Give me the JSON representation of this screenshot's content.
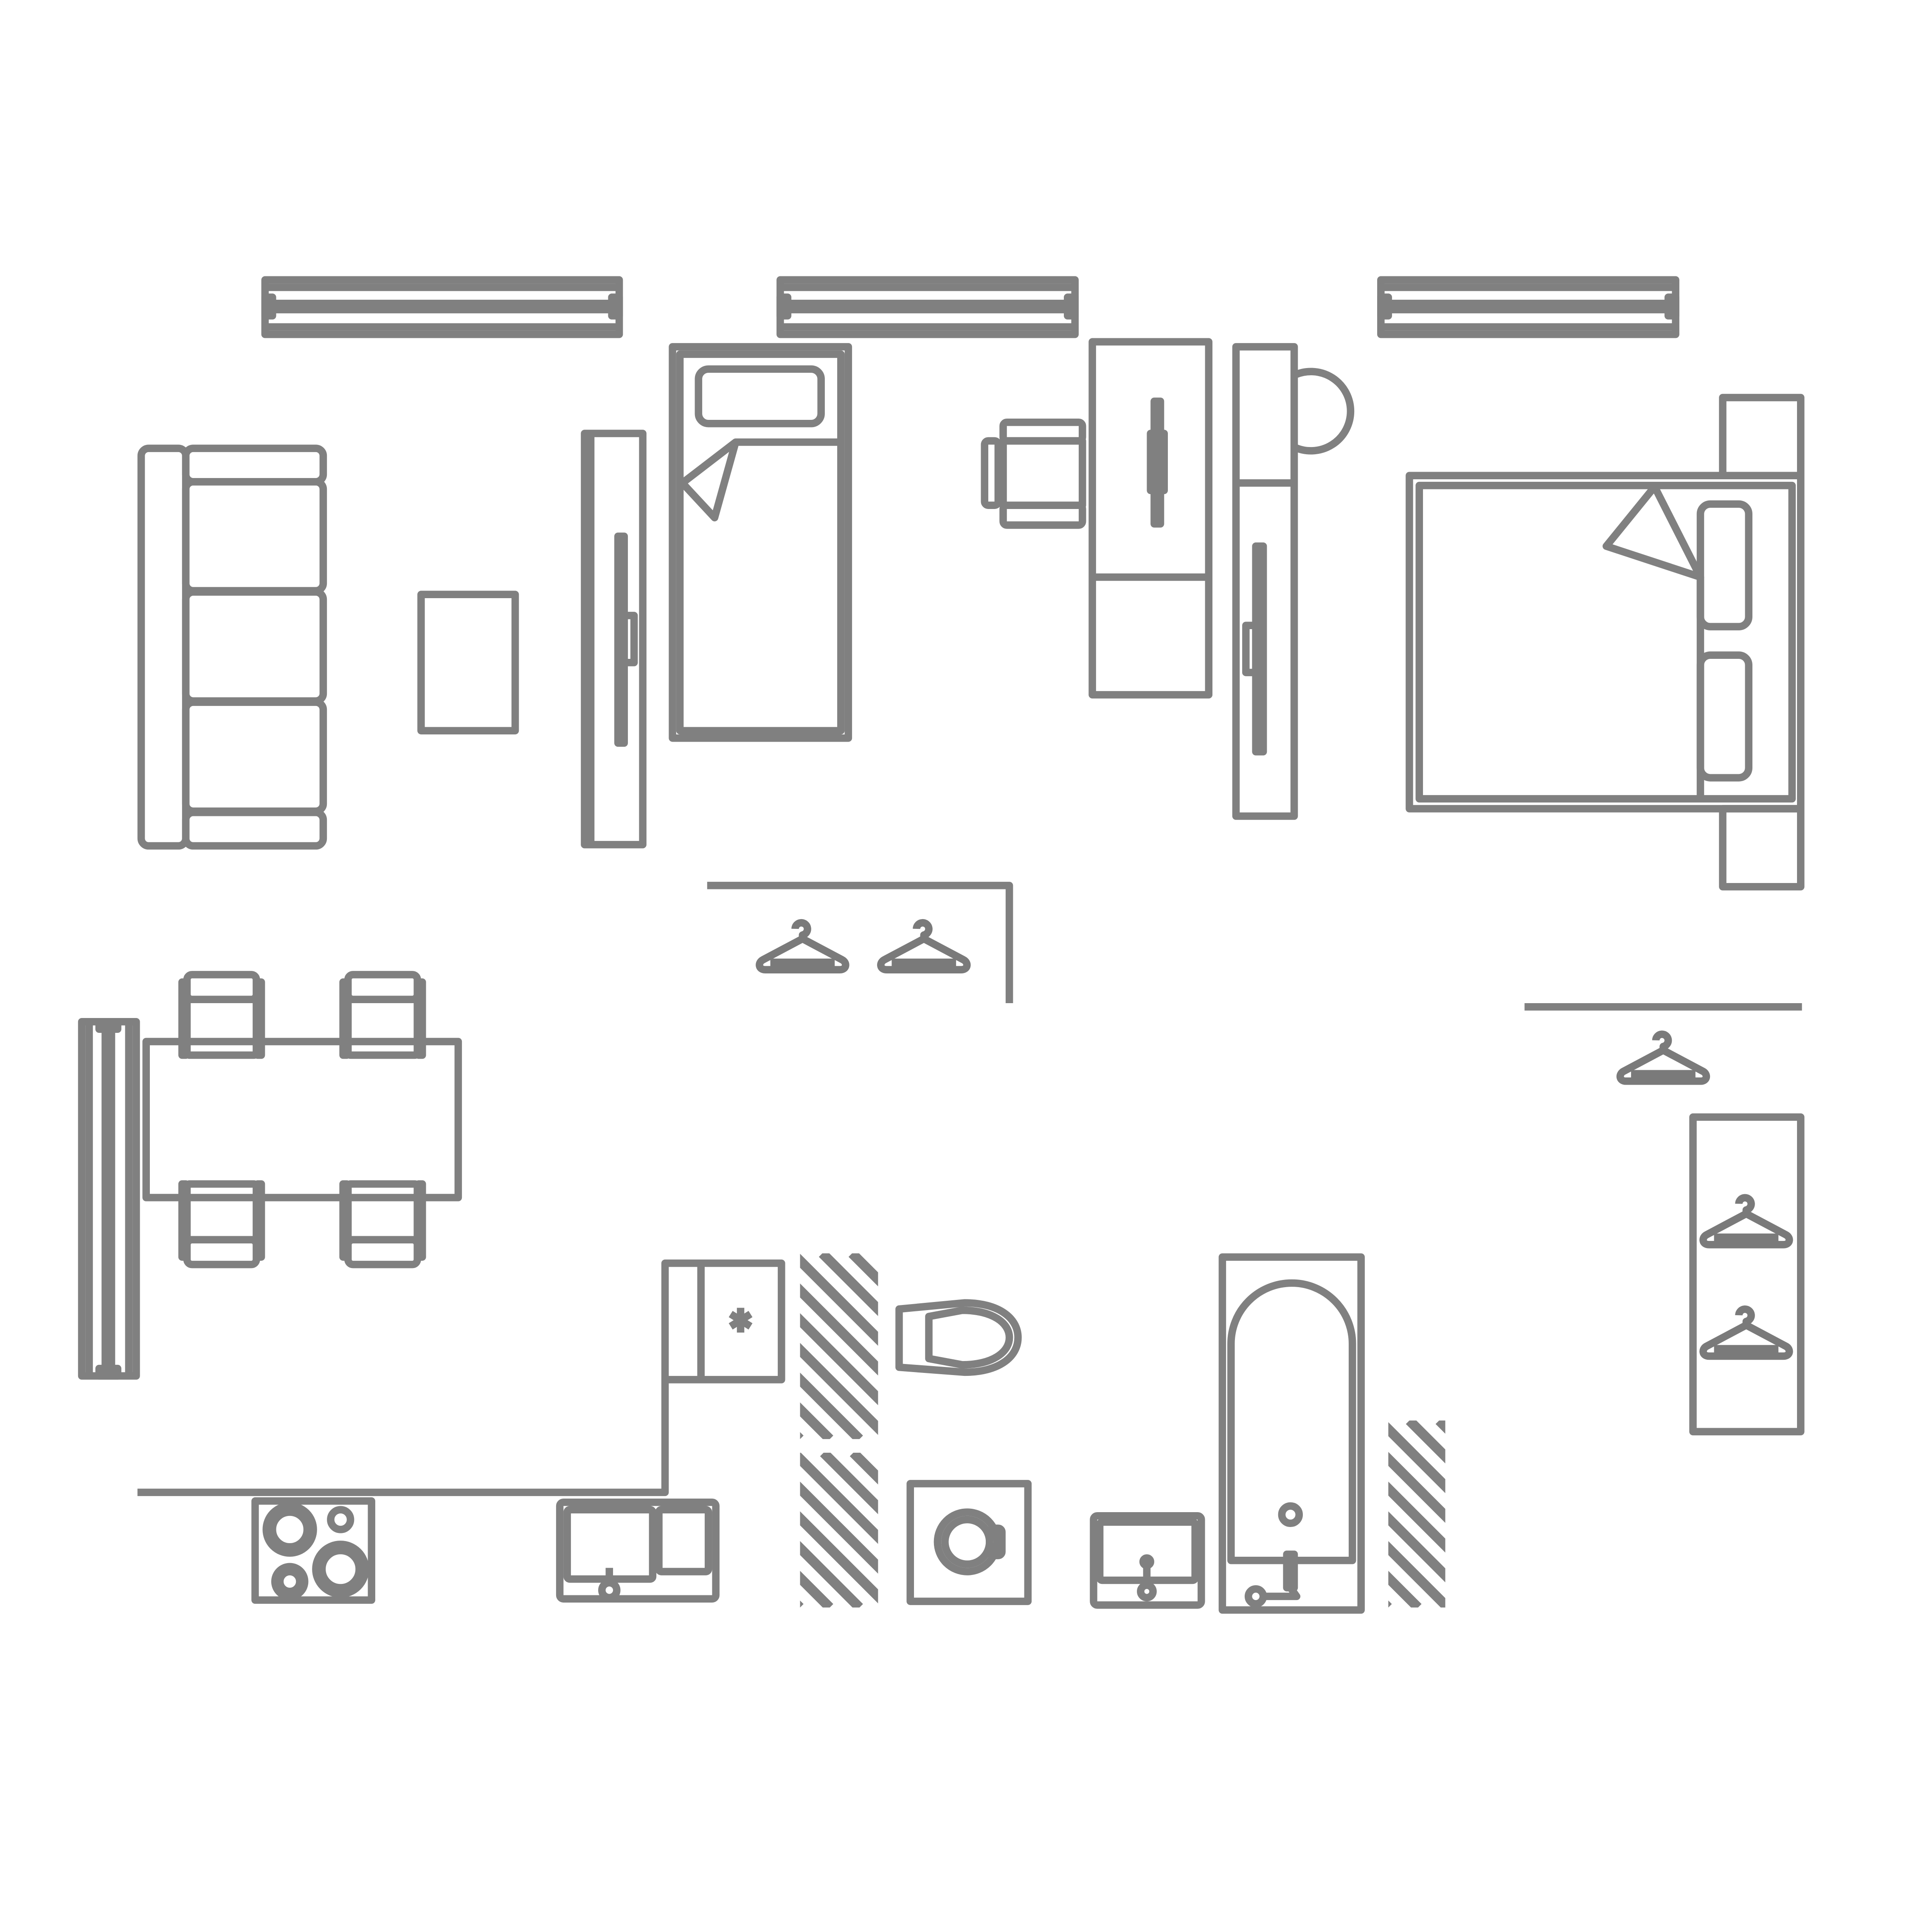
{
  "canvas": {
    "background": "#ffffff"
  },
  "colors": {
    "stroke": "#808080",
    "hanger": "#7a7a7a",
    "background": "#ffffff"
  },
  "legend": [],
  "symbols": {
    "furniture": [
      "window",
      "sofa",
      "coffee-table",
      "wardrobe",
      "single-bed",
      "desk-chair",
      "desk",
      "tall-cabinet",
      "round-side-table",
      "double-bed",
      "nightstand",
      "dining-table",
      "dining-chair",
      "fridge",
      "toilet",
      "washing-machine",
      "bathtub",
      "sink",
      "kitchen-sink",
      "cooktop",
      "radiator",
      "coat-hanger",
      "floor-hatching"
    ]
  }
}
